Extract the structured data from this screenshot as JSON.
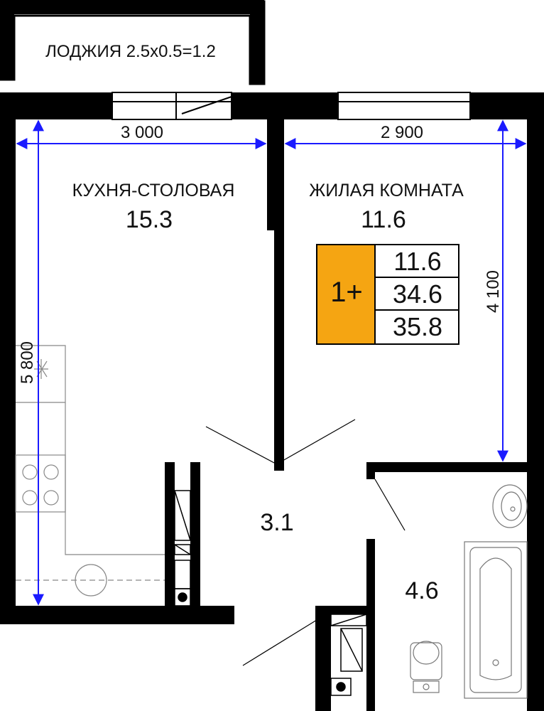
{
  "loggia": {
    "label": "ЛОДЖИЯ 2.5х0.5=1.2"
  },
  "kitchen": {
    "name": "КУХНЯ-СТОЛОВАЯ",
    "area": "15.3"
  },
  "living_room": {
    "name": "ЖИЛАЯ КОМНАТА",
    "area": "11.6"
  },
  "hall": {
    "area": "3.1"
  },
  "bathroom": {
    "area": "4.6"
  },
  "dimensions": {
    "kitchen_width": "3 000",
    "living_width": "2 900",
    "kitchen_length": "5 800",
    "living_length": "4 100"
  },
  "summary": {
    "type_label": "1+",
    "living_area": "11.6",
    "total_area": "34.6",
    "total_with_loggia": "35.8"
  },
  "colors": {
    "wall": "#000000",
    "dimension_line": "#1a1aff",
    "badge": "#f5a512",
    "fixture": "#777777"
  }
}
